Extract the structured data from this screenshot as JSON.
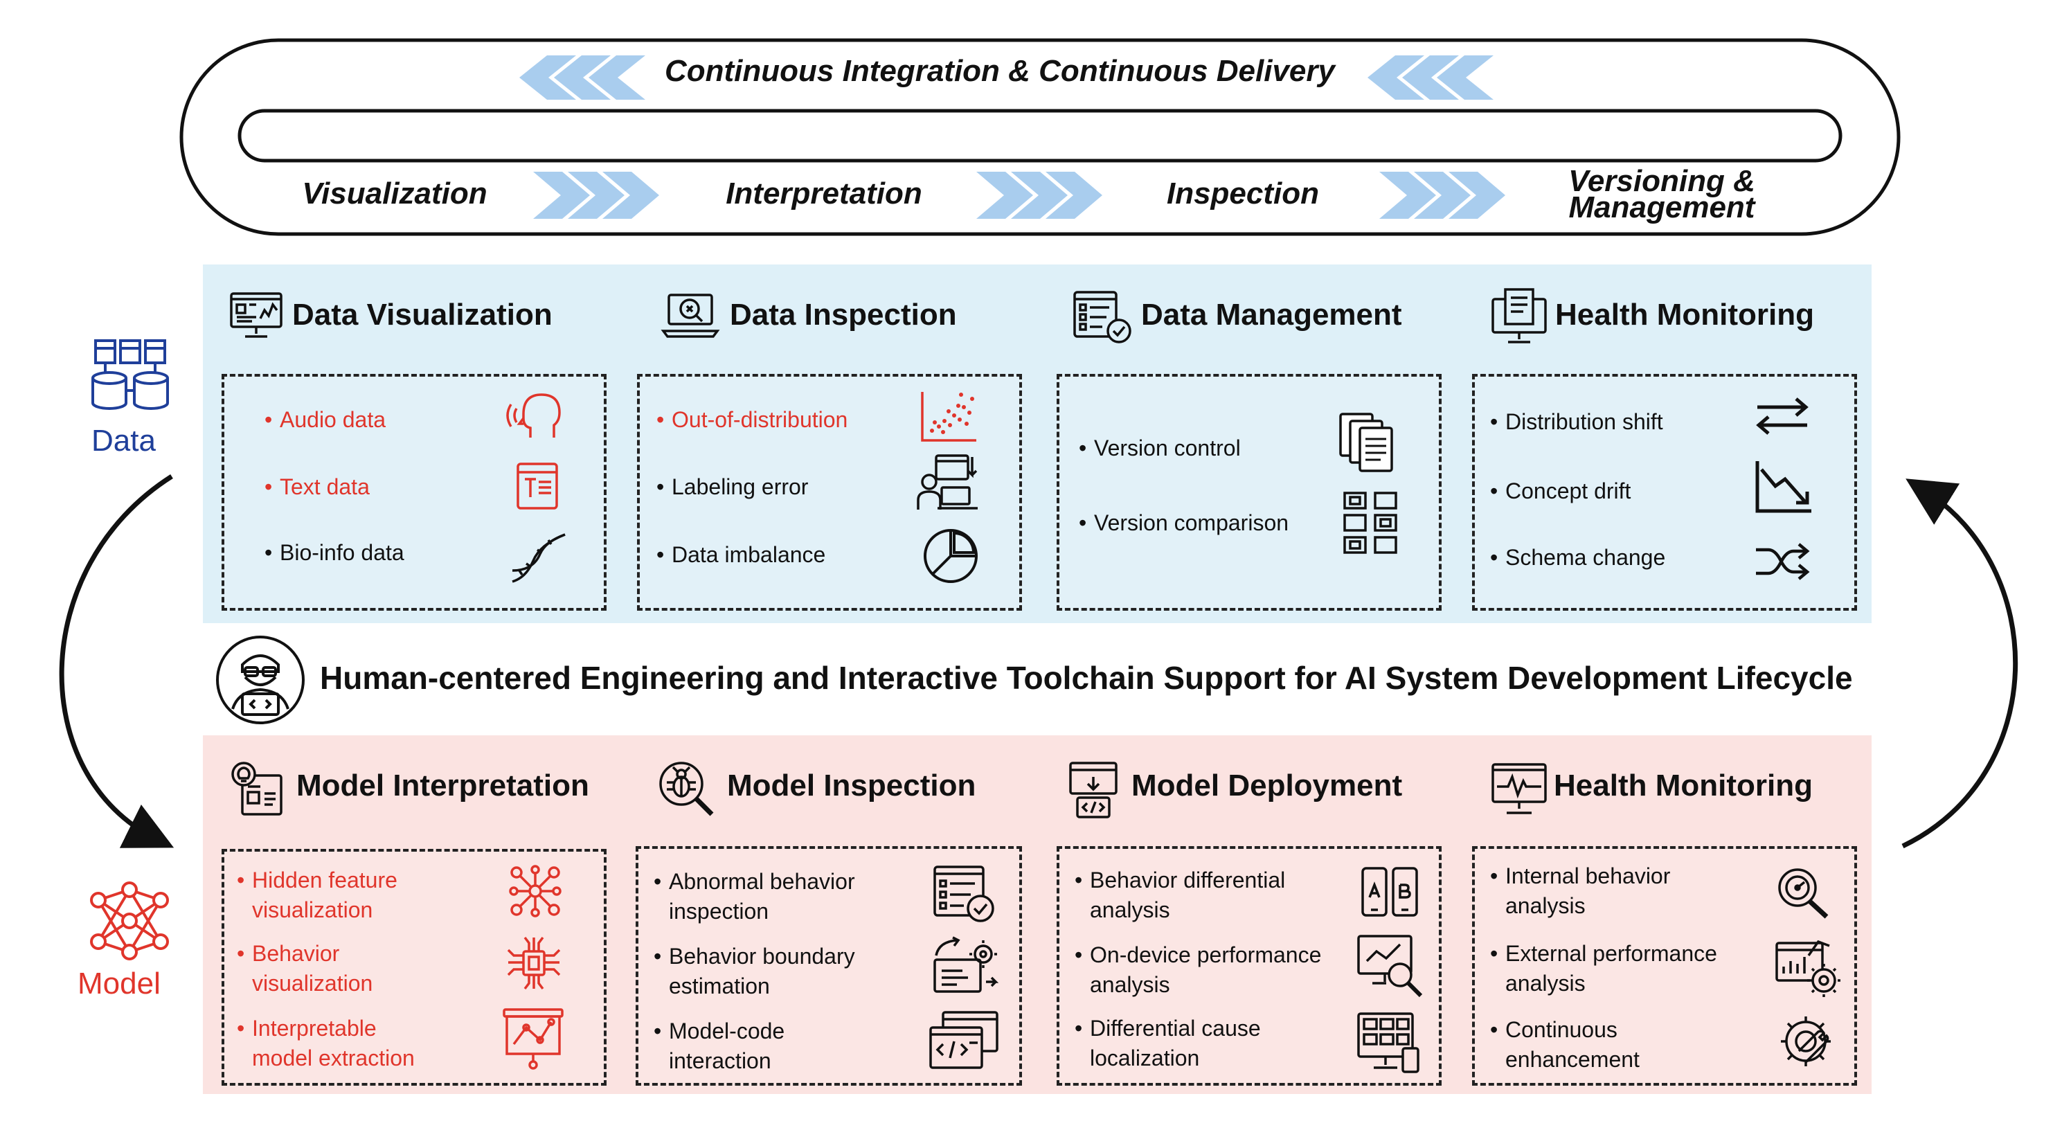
{
  "cycle": {
    "cicd_label": "Continuous Integration & Continuous Delivery",
    "stages": [
      "Visualization",
      "Interpretation",
      "Inspection",
      "Versioning &",
      "Management"
    ],
    "arrow_color": "#a9cdee"
  },
  "center_title": "Human-centered Engineering and Interactive Toolchain Support for AI System Development Lifecycle",
  "side": {
    "data_label": "Data",
    "model_label": "Model",
    "data_color": "#1f3f9a",
    "model_color": "#e0352b"
  },
  "data_sections": [
    {
      "title": "Data Visualization",
      "icon": "monitor-chart-icon",
      "items": [
        {
          "text": "Audio data",
          "icon": "head-sound-icon"
        },
        {
          "text": "Text data",
          "icon": "text-document-icon"
        },
        {
          "text": "Bio-info data",
          "icon": "dna-icon"
        }
      ]
    },
    {
      "title": "Data Inspection",
      "icon": "laptop-magnifier-icon",
      "items": [
        {
          "text": "Out-of-distribution",
          "icon": "scatter-plot-icon"
        },
        {
          "text": "Labeling error",
          "icon": "person-computer-icon"
        },
        {
          "text": "Data imbalance",
          "icon": "pie-chart-icon"
        }
      ]
    },
    {
      "title": "Data Management",
      "icon": "checklist-icon",
      "items": [
        {
          "text": "Version control",
          "icon": "stacked-documents-icon"
        },
        {
          "text": "Version comparison",
          "icon": "grid-compare-icon"
        }
      ]
    },
    {
      "title": "Health Monitoring",
      "icon": "monitor-document-icon",
      "items": [
        {
          "text": "Distribution shift",
          "icon": "swap-arrows-icon"
        },
        {
          "text": "Concept drift",
          "icon": "decline-chart-icon"
        },
        {
          "text": "Schema change",
          "icon": "shuffle-icon"
        }
      ]
    }
  ],
  "model_sections": [
    {
      "title": "Model Interpretation",
      "icon": "document-bulb-icon",
      "items": [
        {
          "line1": "Hidden feature",
          "line2": "visualization",
          "icon": "neural-network-icon"
        },
        {
          "line1": "Behavior",
          "line2": "visualization",
          "icon": "chip-network-icon"
        },
        {
          "line1": "Interpretable",
          "line2": "model extraction",
          "icon": "presentation-board-icon"
        }
      ]
    },
    {
      "title": "Model Inspection",
      "icon": "bug-magnifier-icon",
      "items": [
        {
          "line1": "Abnormal behavior",
          "line2": "inspection",
          "icon": "checklist-check-icon"
        },
        {
          "line1": "Behavior boundary",
          "line2": "estimation",
          "icon": "laptop-gear-icon"
        },
        {
          "line1": "Model-code",
          "line2": "interaction",
          "icon": "code-window-icon"
        }
      ]
    },
    {
      "title": "Model Deployment",
      "icon": "screen-code-icon",
      "items": [
        {
          "line1": "Behavior differential",
          "line2": "analysis",
          "icon": "mobile-devices-icon"
        },
        {
          "line1": "On-device performance",
          "line2": "analysis",
          "icon": "screen-magnifier-icon"
        },
        {
          "line1": "Differential cause",
          "line2": "localization",
          "icon": "monitor-grid-icon"
        }
      ]
    },
    {
      "title": "Health Monitoring",
      "icon": "monitor-pulse-icon",
      "items": [
        {
          "line1": "Internal behavior",
          "line2": "analysis",
          "icon": "magnifier-gauge-icon"
        },
        {
          "line1": "External performance",
          "line2": "analysis",
          "icon": "chart-gear-icon"
        },
        {
          "line1": "Continuous",
          "line2": "enhancement",
          "icon": "gear-wrench-icon"
        }
      ]
    }
  ]
}
